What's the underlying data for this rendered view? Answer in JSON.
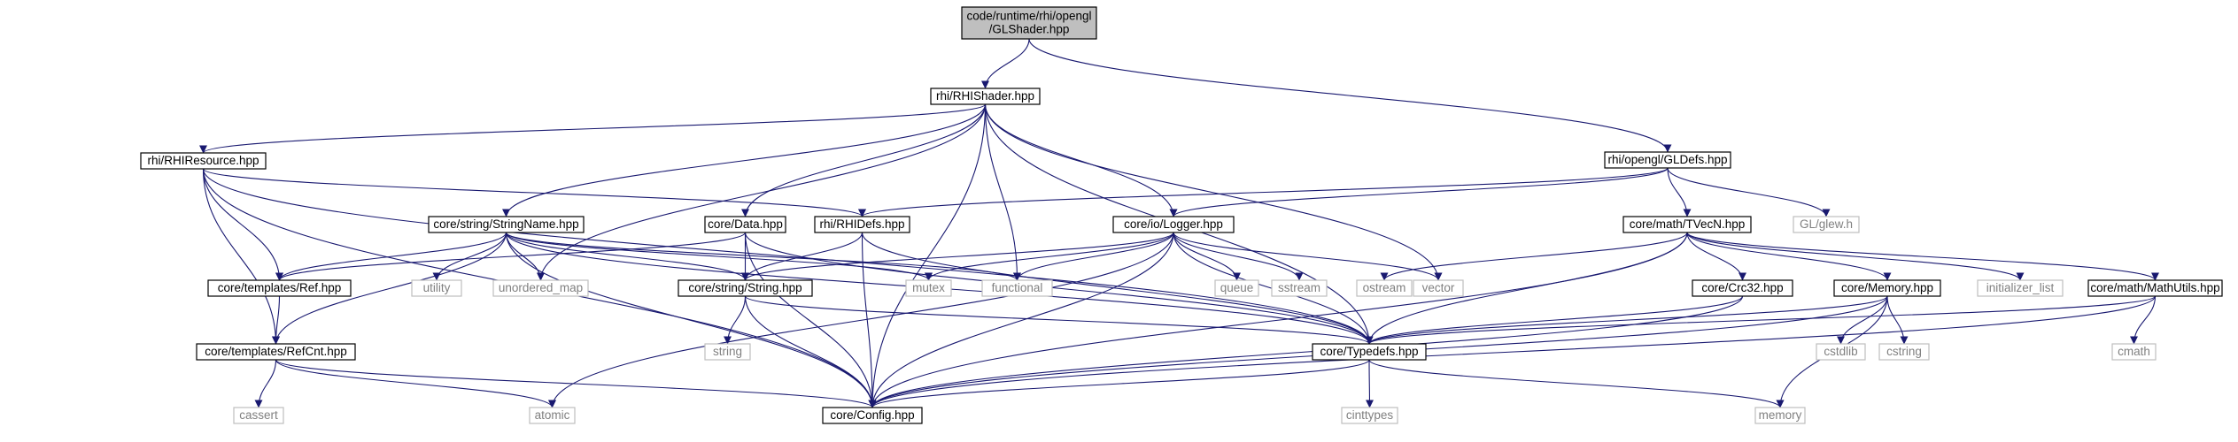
{
  "colors": {
    "edge": "#191970",
    "root_fill": "#bfbfbf",
    "node_fill": "#ffffff",
    "node_border": "#000000",
    "system_border": "#bfbfbf",
    "system_text": "#808080"
  },
  "nodes": [
    {
      "id": "root",
      "kind": "root",
      "lines": [
        "code/runtime/rhi/opengl",
        "/GLShader.hpp"
      ]
    },
    {
      "id": "rhishader",
      "kind": "file",
      "lines": [
        "rhi/RHIShader.hpp"
      ]
    },
    {
      "id": "gldefs",
      "kind": "file",
      "lines": [
        "rhi/opengl/GLDefs.hpp"
      ]
    },
    {
      "id": "rhiresource",
      "kind": "file",
      "lines": [
        "rhi/RHIResource.hpp"
      ]
    },
    {
      "id": "stringname",
      "kind": "file",
      "lines": [
        "core/string/StringName.hpp"
      ]
    },
    {
      "id": "data",
      "kind": "file",
      "lines": [
        "core/Data.hpp"
      ]
    },
    {
      "id": "rhidefs",
      "kind": "file",
      "lines": [
        "rhi/RHIDefs.hpp"
      ]
    },
    {
      "id": "logger",
      "kind": "file",
      "lines": [
        "core/io/Logger.hpp"
      ]
    },
    {
      "id": "tvecn",
      "kind": "file",
      "lines": [
        "core/math/TVecN.hpp"
      ]
    },
    {
      "id": "glew",
      "kind": "system",
      "lines": [
        "GL/glew.h"
      ]
    },
    {
      "id": "ref",
      "kind": "file",
      "lines": [
        "core/templates/Ref.hpp"
      ]
    },
    {
      "id": "utility",
      "kind": "system",
      "lines": [
        "utility"
      ]
    },
    {
      "id": "unordered_map",
      "kind": "system",
      "lines": [
        "unordered_map"
      ]
    },
    {
      "id": "string_hpp",
      "kind": "file",
      "lines": [
        "core/string/String.hpp"
      ]
    },
    {
      "id": "mutex",
      "kind": "system",
      "lines": [
        "mutex"
      ]
    },
    {
      "id": "functional",
      "kind": "system",
      "lines": [
        "functional"
      ]
    },
    {
      "id": "queue",
      "kind": "system",
      "lines": [
        "queue"
      ]
    },
    {
      "id": "sstream",
      "kind": "system",
      "lines": [
        "sstream"
      ]
    },
    {
      "id": "ostream",
      "kind": "system",
      "lines": [
        "ostream"
      ]
    },
    {
      "id": "vector",
      "kind": "system",
      "lines": [
        "vector"
      ]
    },
    {
      "id": "crc32",
      "kind": "file",
      "lines": [
        "core/Crc32.hpp"
      ]
    },
    {
      "id": "memory_hpp",
      "kind": "file",
      "lines": [
        "core/Memory.hpp"
      ]
    },
    {
      "id": "initializer_list",
      "kind": "system",
      "lines": [
        "initializer_list"
      ]
    },
    {
      "id": "mathutils",
      "kind": "file",
      "lines": [
        "core/math/MathUtils.hpp"
      ]
    },
    {
      "id": "refcnt",
      "kind": "file",
      "lines": [
        "core/templates/RefCnt.hpp"
      ]
    },
    {
      "id": "string_sys",
      "kind": "system",
      "lines": [
        "string"
      ]
    },
    {
      "id": "typedefs",
      "kind": "file",
      "lines": [
        "core/Typedefs.hpp"
      ]
    },
    {
      "id": "cstdlib",
      "kind": "system",
      "lines": [
        "cstdlib"
      ]
    },
    {
      "id": "cstring",
      "kind": "system",
      "lines": [
        "cstring"
      ]
    },
    {
      "id": "cmath",
      "kind": "system",
      "lines": [
        "cmath"
      ]
    },
    {
      "id": "cassert",
      "kind": "system",
      "lines": [
        "cassert"
      ]
    },
    {
      "id": "atomic",
      "kind": "system",
      "lines": [
        "atomic"
      ]
    },
    {
      "id": "config",
      "kind": "file",
      "lines": [
        "core/Config.hpp"
      ]
    },
    {
      "id": "cinttypes",
      "kind": "system",
      "lines": [
        "cinttypes"
      ]
    },
    {
      "id": "memory_sys",
      "kind": "system",
      "lines": [
        "memory"
      ]
    }
  ],
  "edges": [
    [
      "root",
      "rhishader"
    ],
    [
      "root",
      "gldefs"
    ],
    [
      "rhishader",
      "rhiresource"
    ],
    [
      "rhishader",
      "stringname"
    ],
    [
      "rhishader",
      "data"
    ],
    [
      "rhishader",
      "logger"
    ],
    [
      "rhishader",
      "functional"
    ],
    [
      "rhishader",
      "unordered_map"
    ],
    [
      "rhishader",
      "vector"
    ],
    [
      "rhishader",
      "typedefs"
    ],
    [
      "rhishader",
      "config"
    ],
    [
      "gldefs",
      "rhidefs"
    ],
    [
      "gldefs",
      "logger"
    ],
    [
      "gldefs",
      "tvecn"
    ],
    [
      "gldefs",
      "glew"
    ],
    [
      "rhiresource",
      "rhidefs"
    ],
    [
      "rhiresource",
      "ref"
    ],
    [
      "rhiresource",
      "refcnt"
    ],
    [
      "rhiresource",
      "typedefs"
    ],
    [
      "rhiresource",
      "config"
    ],
    [
      "stringname",
      "ref"
    ],
    [
      "stringname",
      "refcnt"
    ],
    [
      "stringname",
      "utility"
    ],
    [
      "stringname",
      "unordered_map"
    ],
    [
      "stringname",
      "string_hpp"
    ],
    [
      "stringname",
      "mutex"
    ],
    [
      "stringname",
      "functional"
    ],
    [
      "stringname",
      "typedefs"
    ],
    [
      "stringname",
      "config"
    ],
    [
      "data",
      "ref"
    ],
    [
      "data",
      "string_hpp"
    ],
    [
      "data",
      "typedefs"
    ],
    [
      "data",
      "config"
    ],
    [
      "rhidefs",
      "string_hpp"
    ],
    [
      "rhidefs",
      "typedefs"
    ],
    [
      "rhidefs",
      "config"
    ],
    [
      "logger",
      "string_hpp"
    ],
    [
      "logger",
      "mutex"
    ],
    [
      "logger",
      "functional"
    ],
    [
      "logger",
      "queue"
    ],
    [
      "logger",
      "sstream"
    ],
    [
      "logger",
      "vector"
    ],
    [
      "logger",
      "typedefs"
    ],
    [
      "logger",
      "atomic"
    ],
    [
      "logger",
      "config"
    ],
    [
      "tvecn",
      "ostream"
    ],
    [
      "tvecn",
      "crc32"
    ],
    [
      "tvecn",
      "memory_hpp"
    ],
    [
      "tvecn",
      "initializer_list"
    ],
    [
      "tvecn",
      "mathutils"
    ],
    [
      "tvecn",
      "typedefs"
    ],
    [
      "tvecn",
      "config"
    ],
    [
      "ref",
      "refcnt"
    ],
    [
      "refcnt",
      "cassert"
    ],
    [
      "refcnt",
      "atomic"
    ],
    [
      "refcnt",
      "config"
    ],
    [
      "string_hpp",
      "string_sys"
    ],
    [
      "string_hpp",
      "typedefs"
    ],
    [
      "string_hpp",
      "config"
    ],
    [
      "crc32",
      "typedefs"
    ],
    [
      "crc32",
      "config"
    ],
    [
      "memory_hpp",
      "typedefs"
    ],
    [
      "memory_hpp",
      "cstdlib"
    ],
    [
      "memory_hpp",
      "cstring"
    ],
    [
      "memory_hpp",
      "memory_sys"
    ],
    [
      "memory_hpp",
      "config"
    ],
    [
      "mathutils",
      "typedefs"
    ],
    [
      "mathutils",
      "cmath"
    ],
    [
      "mathutils",
      "config"
    ],
    [
      "typedefs",
      "cinttypes"
    ],
    [
      "typedefs",
      "memory_sys"
    ],
    [
      "typedefs",
      "config"
    ]
  ]
}
